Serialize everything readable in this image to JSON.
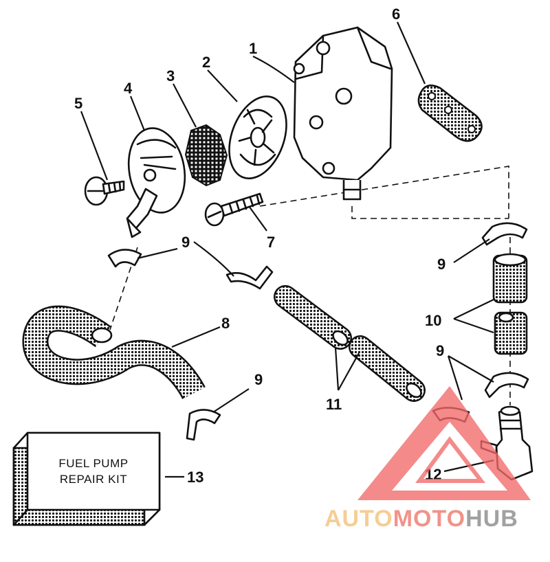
{
  "callouts": {
    "c1": "1",
    "c2": "2",
    "c3": "3",
    "c4": "4",
    "c5": "5",
    "c6": "6",
    "c7": "7",
    "c8": "8",
    "c9a": "9",
    "c9b": "9",
    "c9c": "9",
    "c9d": "9",
    "c10": "10",
    "c11": "11",
    "c12": "12",
    "c13": "13"
  },
  "kit": {
    "line1": "FUEL PUMP",
    "line2": "REPAIR KIT"
  },
  "watermark": {
    "part1": "AUTO",
    "part2": "MOTO",
    "part3": "HUB",
    "color_auto": "#f6c98a",
    "color_moto": "#f08a80",
    "color_hub": "#9a9a9a",
    "triangle_color": "#f26a6a"
  }
}
